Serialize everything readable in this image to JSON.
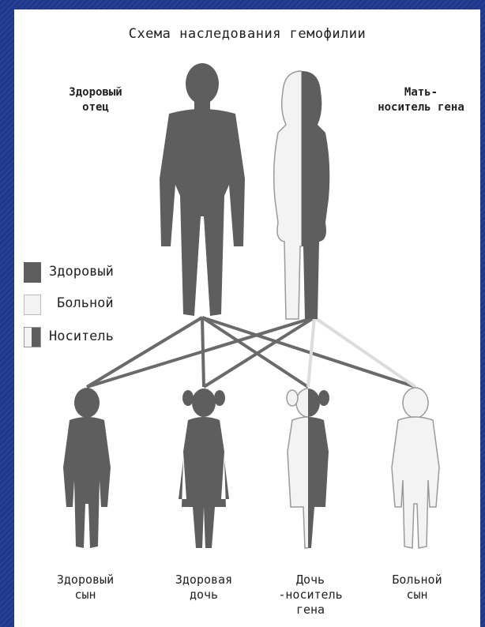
{
  "title": "Схема наследования гемофилии",
  "parents": {
    "father": {
      "label": "Здоровый\nотец",
      "status": "healthy"
    },
    "mother": {
      "label": "Мать-\nноситель гена",
      "status": "carrier"
    }
  },
  "legend": {
    "healthy": {
      "label": "Здоровый",
      "color": "#5e5e5e"
    },
    "sick": {
      "label": "Больной",
      "color": "#f3f3f3"
    },
    "carrier": {
      "label": "Носитель",
      "color": "#5e5e5e"
    }
  },
  "children": [
    {
      "label": "Здоровый\nсын",
      "status": "healthy"
    },
    {
      "label": "Здоровая\nдочь",
      "status": "healthy"
    },
    {
      "label": "Дочь\n-носитель\nгена",
      "status": "carrier"
    },
    {
      "label": "Больной\nсын",
      "status": "sick"
    }
  ],
  "colors": {
    "background": "#1f3a8f",
    "panel": "#ffffff",
    "healthy": "#5e5e5e",
    "sick": "#f3f3f3",
    "outline": "#9a9a9a"
  }
}
